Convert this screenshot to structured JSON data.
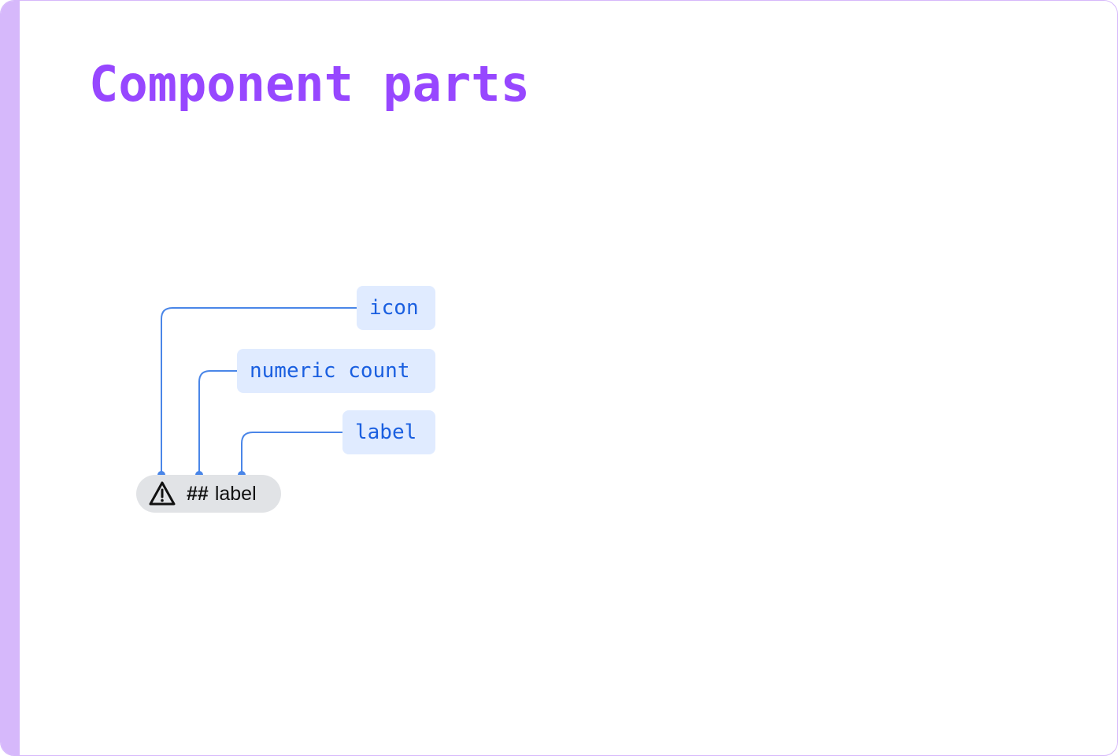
{
  "title": "Component parts",
  "colors": {
    "accent": "#9747ff",
    "frame_border": "#d6b8fb",
    "connector": "#4a86e8",
    "callout_bg": "#e0ebff",
    "callout_text": "#1a5fe0",
    "chip_bg": "#e1e3e6"
  },
  "callouts": {
    "icon": "icon",
    "count": "numeric count",
    "label": "label"
  },
  "chip": {
    "icon": "warning-triangle-icon",
    "count": "##",
    "label": "label"
  }
}
